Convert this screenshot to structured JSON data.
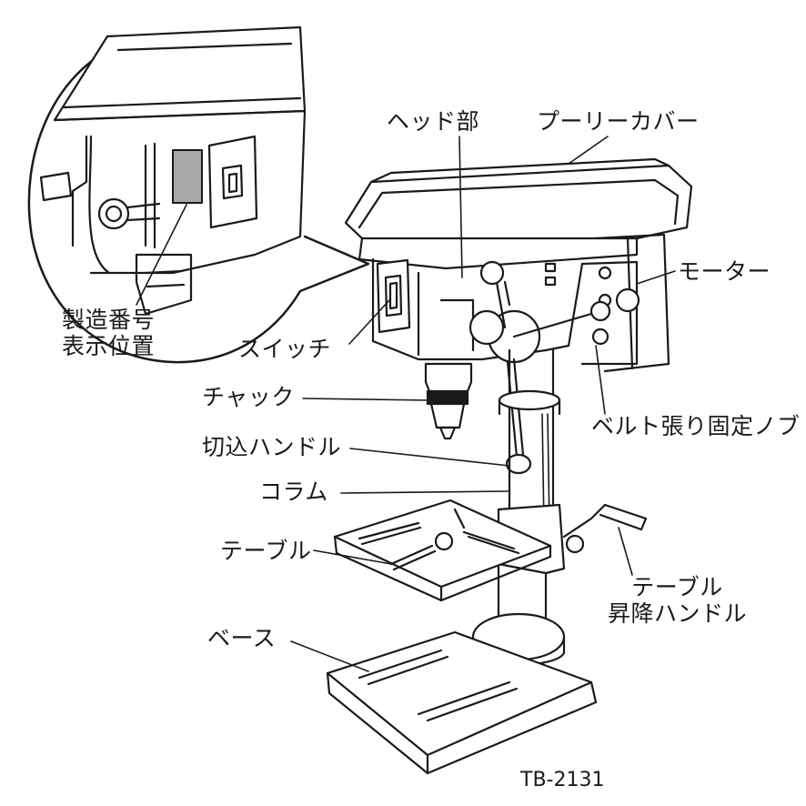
{
  "labels": {
    "head": "ヘッド部",
    "pulley_cover": "プーリーカバー",
    "motor": "モーター",
    "serial_line1": "製造番号",
    "serial_line2": "表示位置",
    "switch": "スイッチ",
    "chuck": "チャック",
    "belt_knob": "ベルト張り固定ノブ",
    "feed_handle": "切込ハンドル",
    "column": "コラム",
    "table": "テーブル",
    "table_lift_line1": "テーブル",
    "table_lift_line2": "昇降ハンドル",
    "base": "ベース"
  },
  "model_code": "TB-2131"
}
